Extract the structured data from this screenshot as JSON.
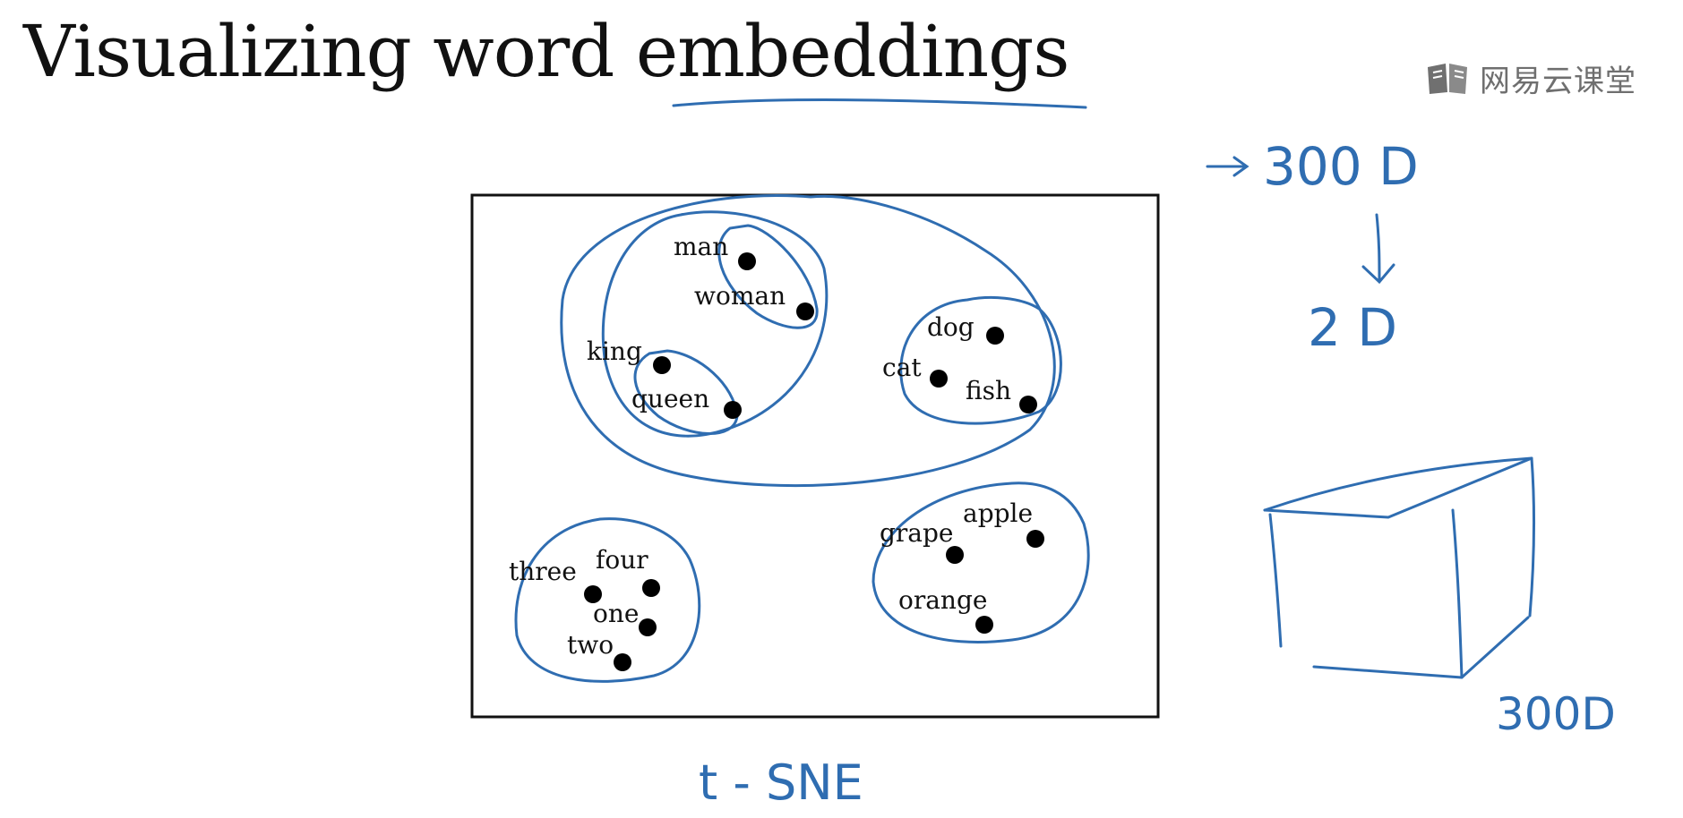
{
  "slide": {
    "title": "Visualizing word embeddings",
    "logo_text": "网易云课堂",
    "logo_icon": "open-book-icon"
  },
  "annotations": {
    "dim_high": "300 D",
    "dim_low": "2 D",
    "cube_label": "300D",
    "method": "t - SNE",
    "ink_color": "#2f6db1"
  },
  "words": [
    "man",
    "woman",
    "king",
    "queen",
    "dog",
    "cat",
    "fish",
    "three",
    "four",
    "one",
    "two",
    "grape",
    "apple",
    "orange"
  ]
}
